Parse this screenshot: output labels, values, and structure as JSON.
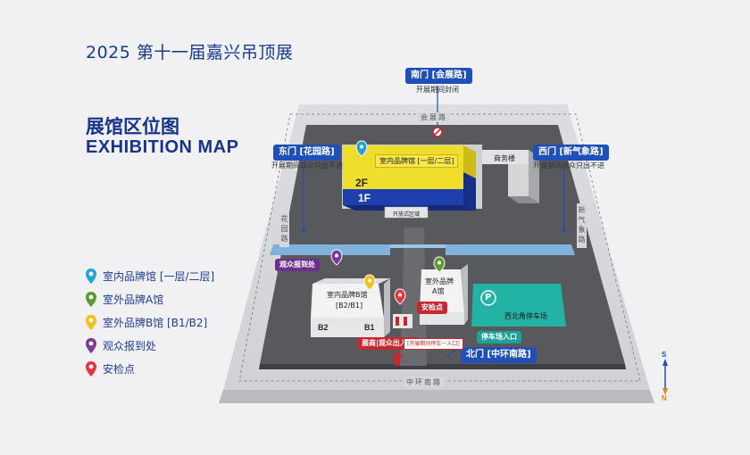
{
  "page": {
    "title": "2025 第十一届嘉兴吊顶展",
    "heading_cn": "展馆区位图",
    "heading_en": "EXHIBITION MAP"
  },
  "legend": [
    {
      "label": "室内品牌馆 [一层/二层]",
      "color": "#23a3d9",
      "icon": "pin-icon"
    },
    {
      "label": "室外品牌A馆",
      "color": "#5b9b2f",
      "icon": "pin-icon"
    },
    {
      "label": "室外品牌B馆 [B1/B2]",
      "color": "#f2c21c",
      "icon": "pin-icon"
    },
    {
      "label": "观众报到处",
      "color": "#7b3a97",
      "icon": "pin-icon"
    },
    {
      "label": "安检点",
      "color": "#e2383e",
      "icon": "pin-icon"
    }
  ],
  "gates": {
    "south": {
      "label": "南门 [会展路]",
      "note": "开展期间封闭"
    },
    "east": {
      "label": "东门 [花园路]",
      "note": "开展期间观众只出不进"
    },
    "west": {
      "label": "西门 [新气象路]",
      "note": "开展期间观众只出不进"
    },
    "north": {
      "label": "北门 [中环南路]"
    }
  },
  "roads": {
    "top": "会展路",
    "left": "花园路",
    "right": "新气象路",
    "bottom": "中环南路"
  },
  "buildings": {
    "indoor_hall": {
      "label": "室内品牌馆 [一层/二层]",
      "floor_upper": "2F",
      "floor_lower": "1F"
    },
    "business_building": "商务楼",
    "open_area": "开放式区域",
    "hall_b": {
      "line1": "室内品牌B馆",
      "line2": "[B2/B1]",
      "floor_b2": "B2",
      "floor_b1": "B1"
    },
    "hall_a": {
      "line1": "室外品牌",
      "line2": "A馆"
    },
    "parking": {
      "label": "西北角停车场",
      "symbol": "P"
    }
  },
  "markers": {
    "registration": "观众报到处",
    "security": "安检点",
    "parking_entrance": "停车场入口",
    "entrance": "展商|观众出入口",
    "entrance_note": "[开展期间停车一入口]"
  },
  "compass": {
    "top": "S",
    "bottom": "N"
  },
  "colors": {
    "brand_blue": "#1f4fb8",
    "indoor_hall_yellow": "#f0dd2a",
    "indoor_hall_blue": "#1e3aa8",
    "security_red": "#c8282d",
    "registration_purple": "#6b2f8f",
    "parking_teal": "#25b5a8",
    "water_blue": "#7fb3dc"
  }
}
